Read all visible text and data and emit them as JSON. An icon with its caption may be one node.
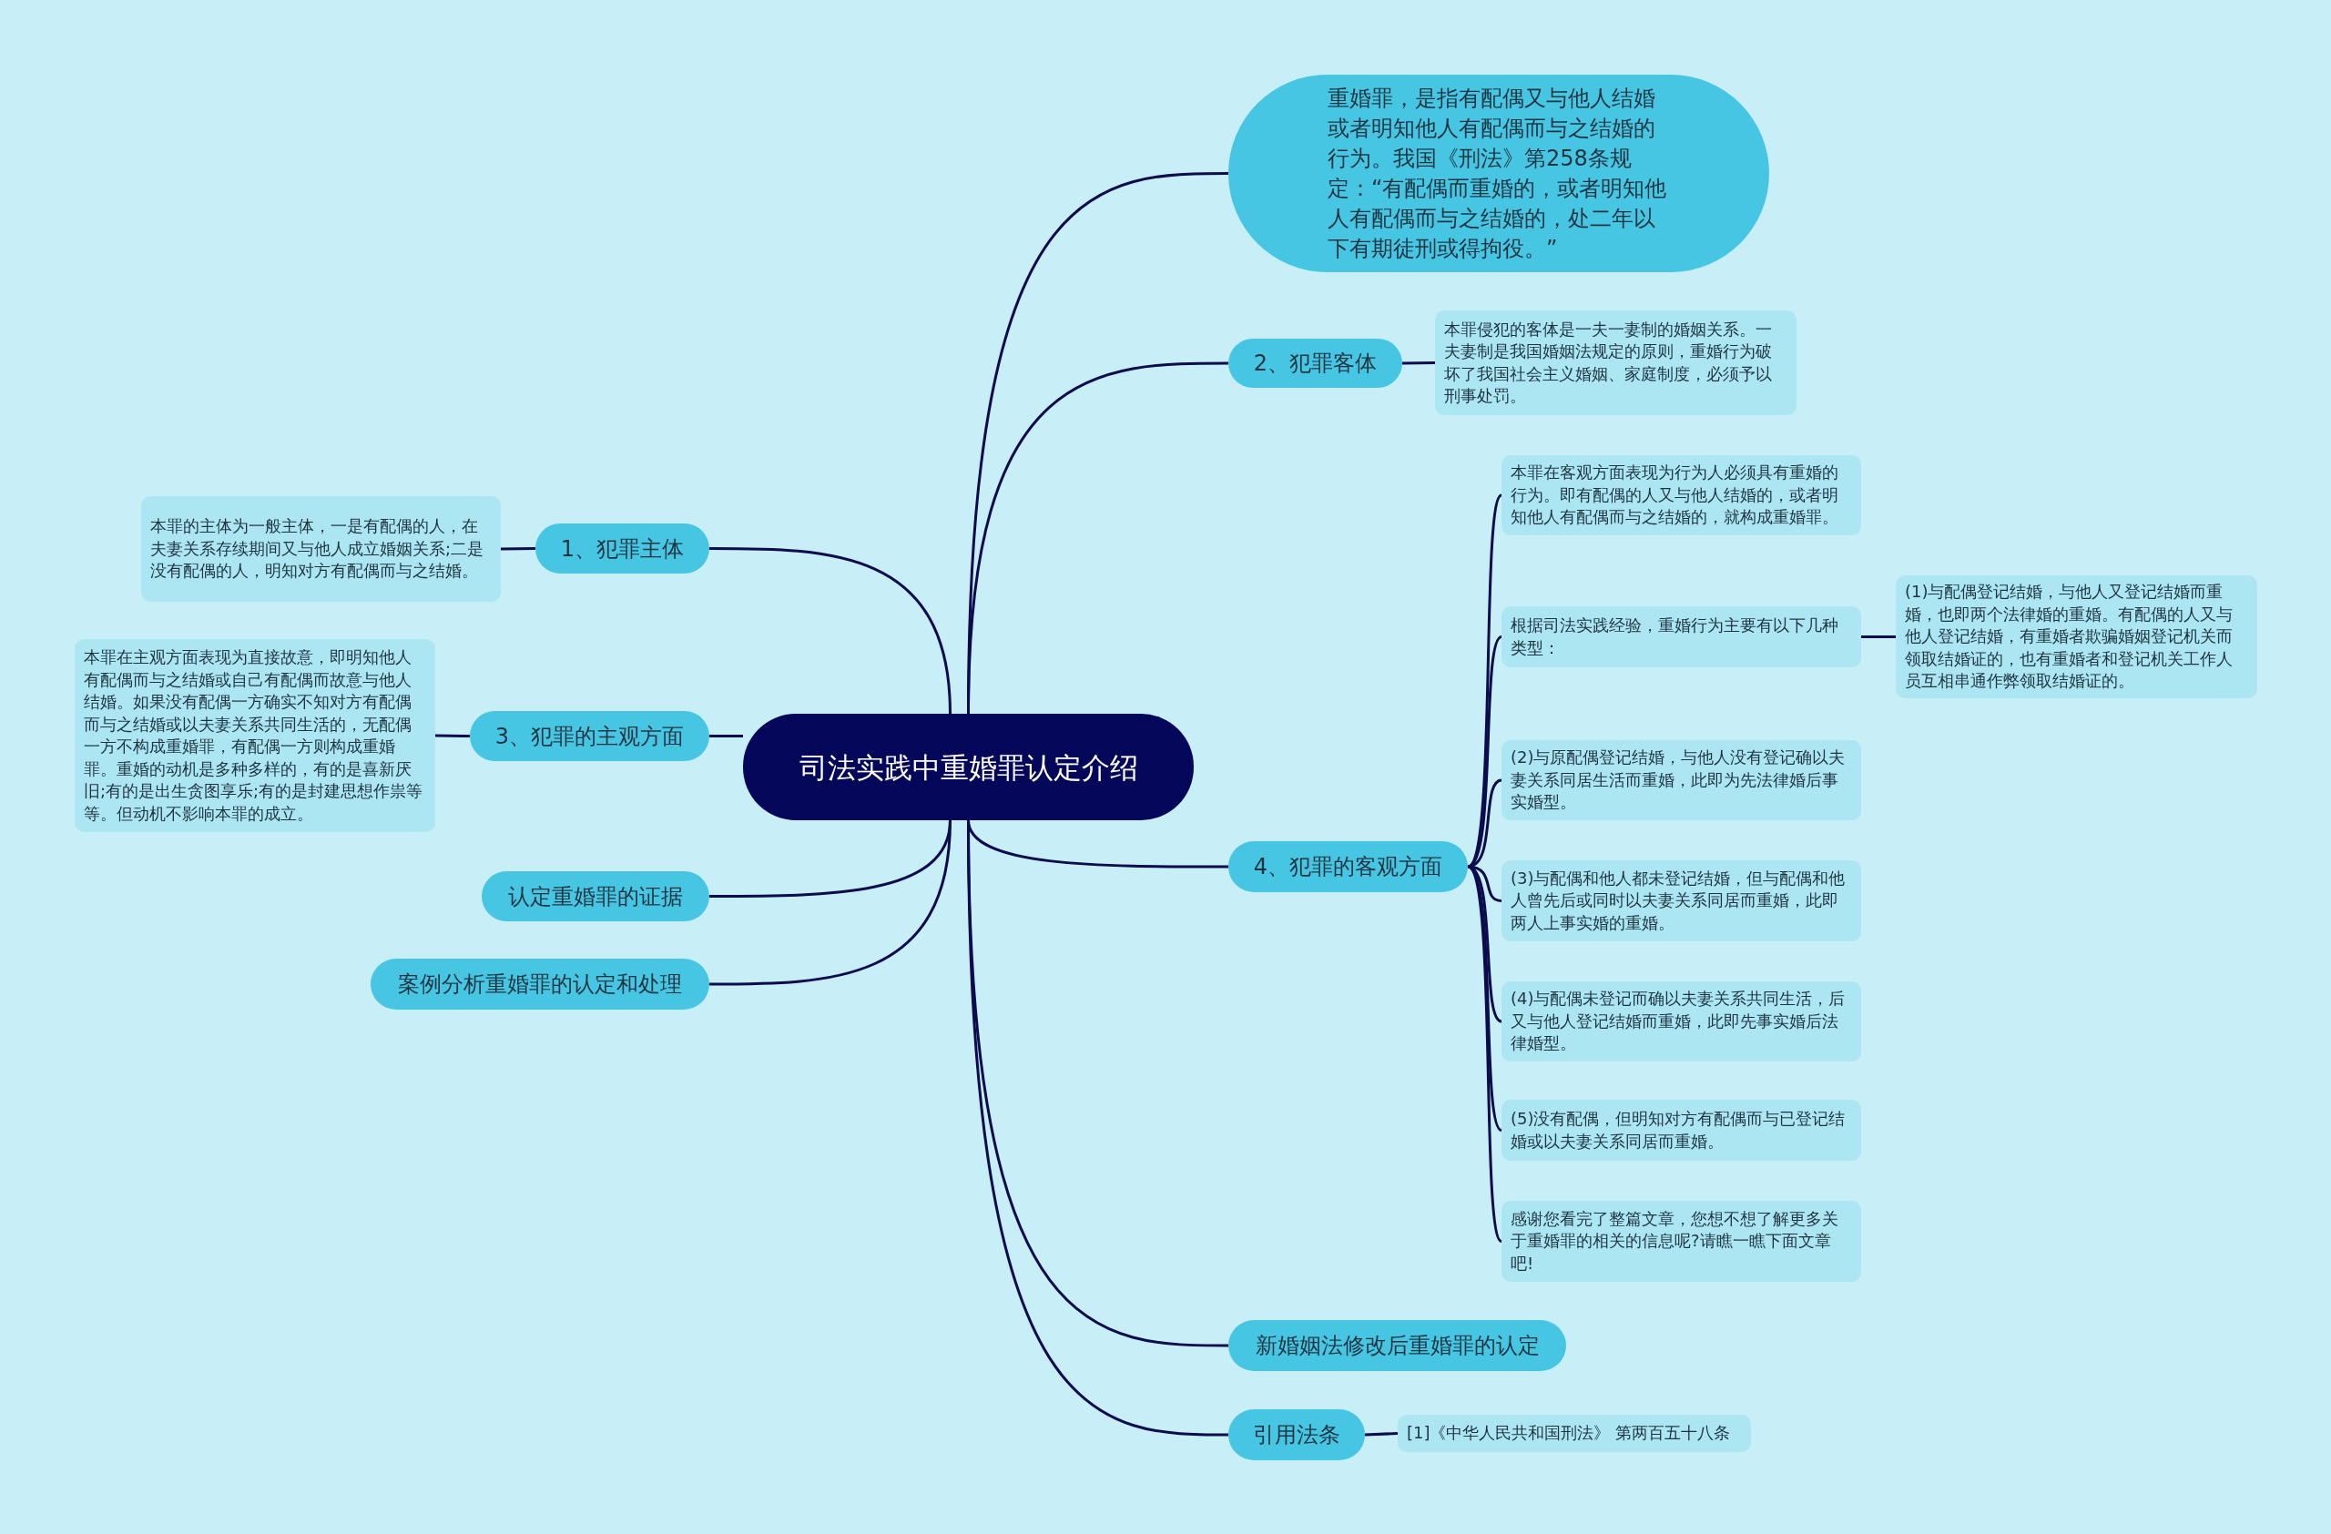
{
  "diagram": {
    "nodes": [
      {
        "text": [
          "司法实践中重婚罪认定介绍"
        ]
      },
      {
        "text": [
          "重婚罪，是指有配偶又与他人结婚或者明知他人有配偶而与之结婚的行为。我国《刑法》第258条规定：“有配偶而重婚的，或者明知他人有配偶而与之结婚的，处二年以下有期徒刑或得拘役。”"
        ]
      },
      {
        "text": [
          "2、犯罪客体"
        ]
      },
      {
        "text": [
          "本罪侵犯的客体是一夫一妻制的婚姻关系。一夫妻制是我国婚姻法规定的原则，重婚行为破坏了我国社会主义婚姻、家庭制度，必须予以刑事处罚。"
        ]
      },
      {
        "text": [
          "1、犯罪主体"
        ]
      },
      {
        "text": [
          "本罪的主体为一般主体，一是有配偶的人，在夫妻关系存续期间又与他人成立婚姻关系;二是没有配偶的人，明知对方有配偶而与之结婚。"
        ]
      },
      {
        "text": [
          "3、犯罪的主观方面"
        ]
      },
      {
        "text": [
          "本罪在主观方面表现为直接故意，即明知他人有配偶而与之结婚或自己有配偶而故意与他人结婚。如果没有配偶一方确实不知对方有配偶而与之结婚或以夫妻关系共同生活的，无配偶一方不构成重婚罪，有配偶一方则构成重婚罪。重婚的动机是多种多样的，有的是喜新厌旧;有的是出生贪图享乐;有的是封建思想作祟等等。但动机不影响本罪的成立。"
        ]
      },
      {
        "text": [
          "认定重婚罪的证据"
        ]
      },
      {
        "text": [
          "案例分析重婚罪的认定和处理"
        ]
      },
      {
        "text": [
          "4、犯罪的客观方面"
        ]
      },
      {
        "text": [
          "本罪在客观方面表现为行为人必须具有重婚的行为。即有配偶的人又与他人结婚的，或者明知他人有配偶而与之结婚的，就构成重婚罪。"
        ]
      },
      {
        "text": [
          "根据司法实践经验，重婚行为主要有以下几种类型："
        ]
      },
      {
        "text": [
          "(1)与配偶登记结婚，与他人又登记结婚而重婚，也即两个法律婚的重婚。有配偶的人又与他人登记结婚，有重婚者欺骗婚姻登记机关而领取结婚证的，也有重婚者和登记机关工作人员互相串通作弊领取结婚证的。"
        ]
      },
      {
        "text": [
          "(2)与原配偶登记结婚，与他人没有登记确以夫妻关系同居生活而重婚，此即为先法律婚后事实婚型。"
        ]
      },
      {
        "text": [
          "(3)与配偶和他人都未登记结婚，但与配偶和他人曾先后或同时以夫妻关系同居而重婚，此即两人上事实婚的重婚。"
        ]
      },
      {
        "text": [
          "(4)与配偶未登记而确以夫妻关系共同生活，后又与他人登记结婚而重婚，此即先事实婚后法律婚型。"
        ]
      },
      {
        "text": [
          "(5)没有配偶，但明知对方有配偶而与已登记结婚或以夫妻关系同居而重婚。"
        ]
      },
      {
        "text": [
          "感谢您看完了整篇文章，您想不想了解更多关于重婚罪的相关的信息呢?请瞧一瞧下面文章吧!"
        ]
      },
      {
        "text": [
          "新婚姻法修改后重婚罪的认定"
        ]
      },
      {
        "text": [
          "引用法条"
        ]
      },
      {
        "text": [
          "[1]《中华人民共和国刑法》 第两百五十八条"
        ]
      }
    ],
    "edges": [
      {
        "from": 0,
        "to": 1,
        "arrow": "none"
      },
      {
        "from": 0,
        "to": 2,
        "arrow": "none"
      },
      {
        "from": 2,
        "to": 3,
        "arrow": "none"
      },
      {
        "from": 0,
        "to": 4,
        "arrow": "none"
      },
      {
        "from": 4,
        "to": 5,
        "arrow": "none"
      },
      {
        "from": 0,
        "to": 6,
        "arrow": "none"
      },
      {
        "from": 6,
        "to": 7,
        "arrow": "none"
      },
      {
        "from": 0,
        "to": 8,
        "arrow": "none"
      },
      {
        "from": 0,
        "to": 9,
        "arrow": "none"
      },
      {
        "from": 0,
        "to": 10,
        "arrow": "none"
      },
      {
        "from": 10,
        "to": 11,
        "arrow": "none"
      },
      {
        "from": 10,
        "to": 12,
        "arrow": "none"
      },
      {
        "from": 12,
        "to": 13,
        "arrow": "none"
      },
      {
        "from": 10,
        "to": 14,
        "arrow": "none"
      },
      {
        "from": 10,
        "to": 15,
        "arrow": "none"
      },
      {
        "from": 10,
        "to": 16,
        "arrow": "none"
      },
      {
        "from": 10,
        "to": 17,
        "arrow": "none"
      },
      {
        "from": 10,
        "to": 18,
        "arrow": "none"
      },
      {
        "from": 0,
        "to": 19,
        "arrow": "none"
      },
      {
        "from": 0,
        "to": 20,
        "arrow": "none"
      },
      {
        "from": 20,
        "to": 21,
        "arrow": "none"
      }
    ]
  }
}
